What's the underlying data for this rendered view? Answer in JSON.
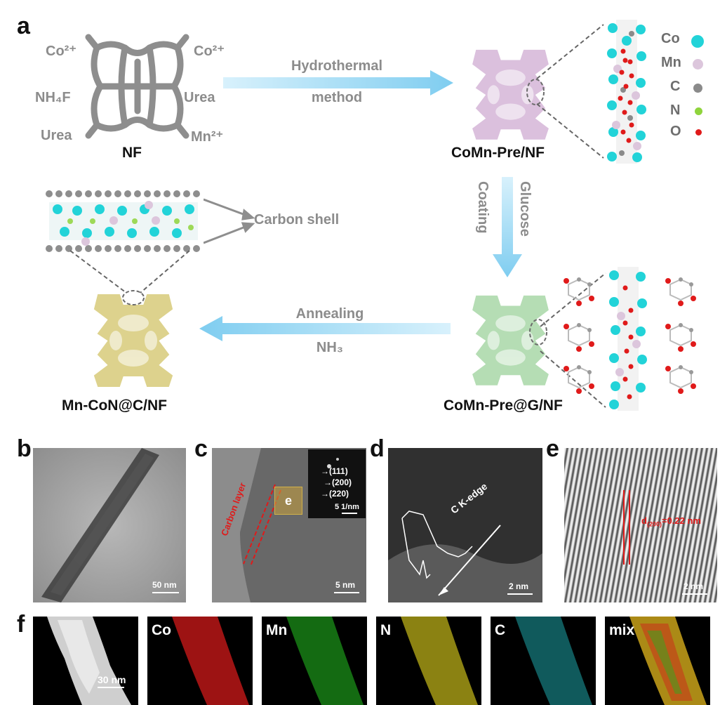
{
  "panel_letters": {
    "a": "a",
    "b": "b",
    "c": "c",
    "d": "d",
    "e": "e",
    "f": "f"
  },
  "nf_reactants": {
    "tl": "Co²⁺",
    "tr": "Co²⁺",
    "ml": "NH₄F",
    "mr": "Urea",
    "bl": "Urea",
    "br": "Mn²⁺"
  },
  "labels": {
    "nf": "NF",
    "pre": "CoMn-Pre/NF",
    "preg": "CoMn-Pre@G/NF",
    "final": "Mn-CoN@C/NF",
    "carbon_shell": "Carbon shell"
  },
  "arrows": {
    "hydro_top": "Hydrothermal",
    "hydro_bottom": "method",
    "coating": "Coating",
    "glucose": "Glucose",
    "anneal_top": "Annealing",
    "anneal_bottom": "NH₃"
  },
  "legend": [
    {
      "label": "Co",
      "color": "#22d3d8"
    },
    {
      "label": "Mn",
      "color": "#dcc6dc"
    },
    {
      "label": "C",
      "color": "#8a8a8a"
    },
    {
      "label": "N",
      "color": "#8fd43c"
    },
    {
      "label": "O",
      "color": "#e01a1a"
    }
  ],
  "colors": {
    "arrow": "#9fdcf5",
    "pre_fill": "#d5b6d8",
    "preg_fill": "#a9d8a8",
    "final_fill": "#d8cb7a",
    "nf_gray": "#8e8e8e"
  },
  "panel_b": {
    "scale": "50 nm"
  },
  "panel_c": {
    "carbon_layer": "Carbon layer",
    "box_label": "e",
    "saed": [
      "(111)",
      "(200)",
      "(220)"
    ],
    "saed_scale": "5 1/nm",
    "scale": "5 nm"
  },
  "panel_d": {
    "edge": "C K-edge",
    "scale": "2 nm"
  },
  "panel_e": {
    "dspacing_d": "d",
    "dspacing_sub": "(200)",
    "dspacing_value": "=0.22 nm",
    "scale": "2 nm"
  },
  "panel_f": {
    "scale": "30 nm",
    "maps": [
      {
        "label": "Co",
        "color": "#d11a1a"
      },
      {
        "label": "Mn",
        "color": "#22b31e"
      },
      {
        "label": "N",
        "color": "#d6c81c"
      },
      {
        "label": "C",
        "color": "#1fb3b8"
      },
      {
        "label": "mix",
        "color": "#c9a21a"
      }
    ]
  }
}
